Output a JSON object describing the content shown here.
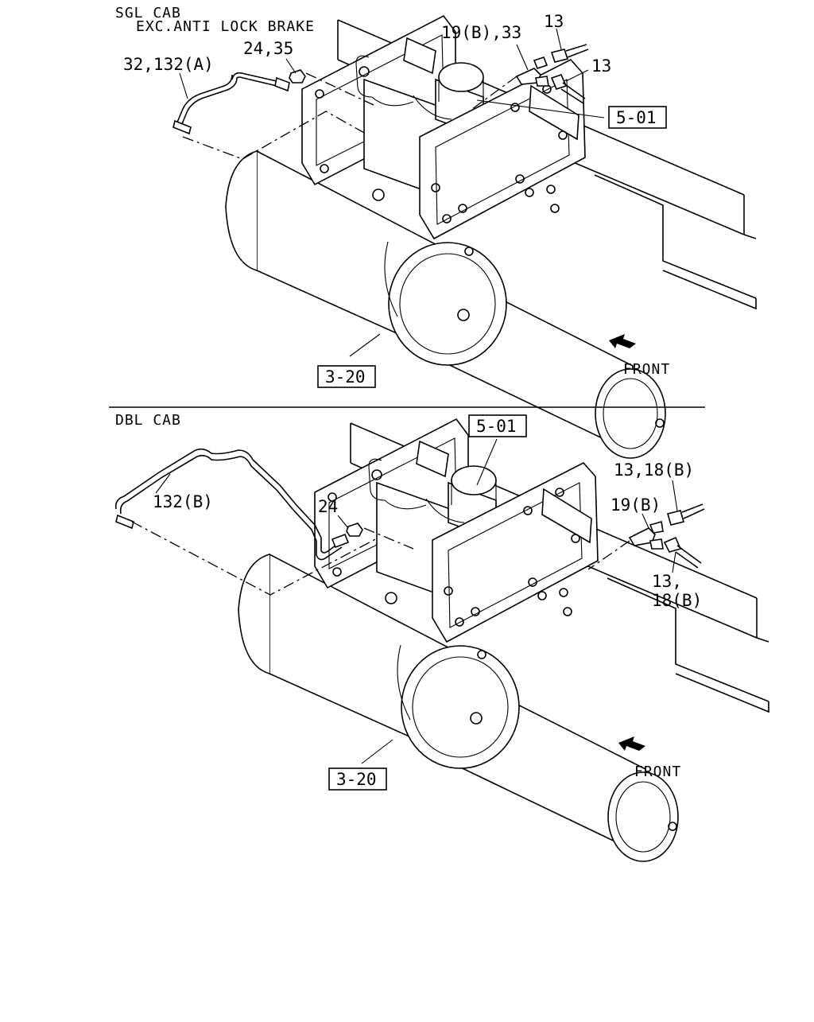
{
  "sections": [
    {
      "header_lines": [
        "SGL CAB",
        "EXC.ANTI LOCK BRAKE"
      ],
      "callouts": {
        "pipe": "32,132(A)",
        "nut": "24,35",
        "connector": "19(B),33",
        "hose_upper": "13",
        "hose_lower": "13"
      },
      "ref_boxes": {
        "frame": "5-01",
        "tank": "3-20"
      },
      "direction": "FRONT"
    },
    {
      "header_lines": [
        "DBL CAB"
      ],
      "callouts": {
        "pipe": "132(B)",
        "nut": "24",
        "connector": "19(B)",
        "hose_upper": "13,18(B)",
        "hose_lower_line1": "13,",
        "hose_lower_line2": "18(B)"
      },
      "ref_boxes": {
        "frame": "5-01",
        "tank": "3-20"
      },
      "direction": "FRONT"
    }
  ]
}
